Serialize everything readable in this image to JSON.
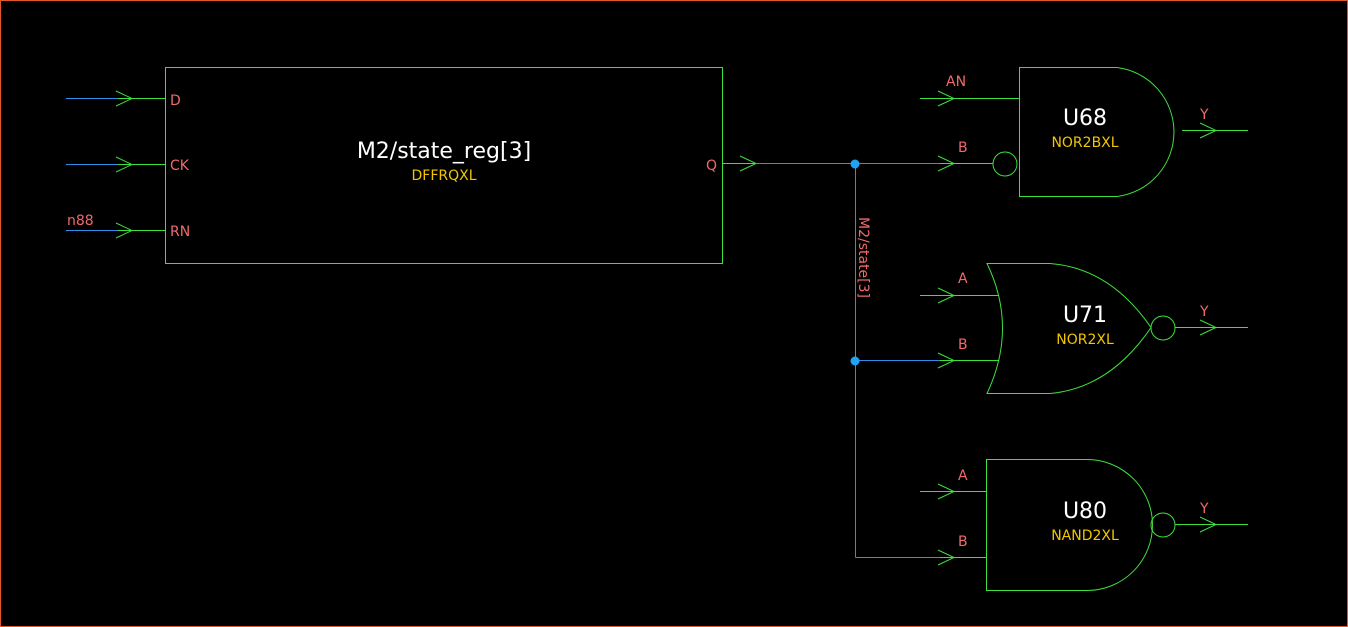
{
  "flipflop": {
    "instance": "M2/state_reg[3]",
    "cell": "DFFRQXL",
    "pins": {
      "d": "D",
      "ck": "CK",
      "rn": "RN",
      "q": "Q"
    }
  },
  "nets": {
    "rn_input": "n88",
    "state": "M2/state[3]"
  },
  "gates": [
    {
      "instance": "U68",
      "cell": "NOR2BXL",
      "pin_a": "AN",
      "pin_b": "B",
      "pin_y": "Y"
    },
    {
      "instance": "U71",
      "cell": "NOR2XL",
      "pin_a": "A",
      "pin_b": "B",
      "pin_y": "Y"
    },
    {
      "instance": "U80",
      "cell": "NAND2XL",
      "pin_a": "A",
      "pin_b": "B",
      "pin_y": "Y"
    }
  ],
  "colors": {
    "background": "#000000",
    "frame": "#e4572e",
    "cell_outline": "#3ee03e",
    "wire": "#2e8fe6",
    "pin_label": "#f06a6a",
    "instance_label": "#ffffff",
    "cell_label": "#f2c500",
    "junction": "#1fa3f5"
  }
}
